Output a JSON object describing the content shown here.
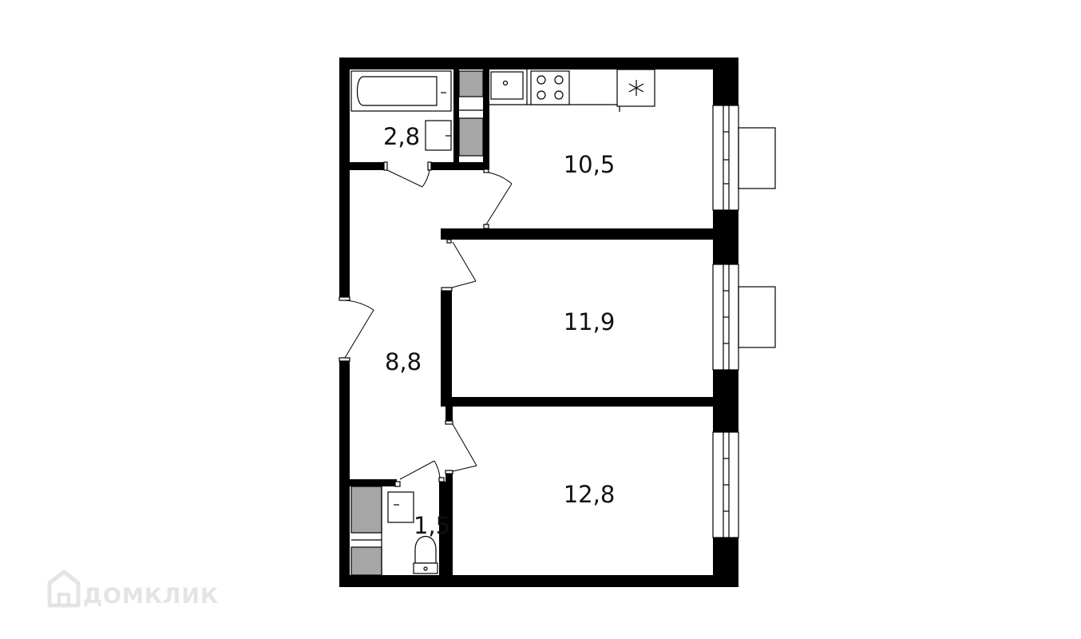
{
  "rooms": [
    {
      "id": "bathroom",
      "area": "2,8"
    },
    {
      "id": "kitchen",
      "area": "10,5"
    },
    {
      "id": "room-middle",
      "area": "11,9"
    },
    {
      "id": "hallway",
      "area": "8,8"
    },
    {
      "id": "room-bottom",
      "area": "12,8"
    },
    {
      "id": "toilet",
      "area": "1,5"
    }
  ],
  "watermark": {
    "text": "ДОМКЛИК",
    "icon": "house-logo-icon"
  },
  "colors": {
    "wall": "#000000",
    "shaft": "#a6a6a6",
    "watermark": "#e4e4e4"
  }
}
